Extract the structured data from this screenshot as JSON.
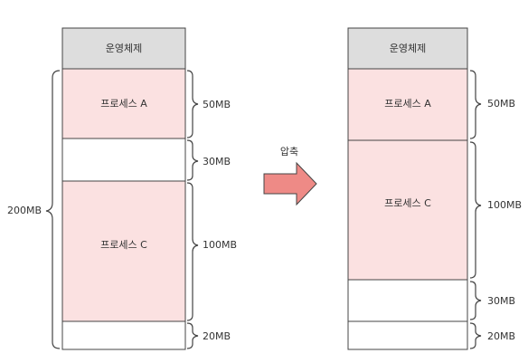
{
  "colors": {
    "os": "#dddddd",
    "process": "#fbe1e1",
    "free": "#ffffff",
    "border": "#444444",
    "arrow_fill": "#ee8a86",
    "arrow_stroke": "#444444"
  },
  "before": {
    "segments": [
      {
        "label": "운영체제",
        "kind": "os",
        "size": ""
      },
      {
        "label": "프로세스 A",
        "kind": "process",
        "size": "50MB"
      },
      {
        "label": "",
        "kind": "free",
        "size": "30MB"
      },
      {
        "label": "프로세스 C",
        "kind": "process",
        "size": "100MB"
      },
      {
        "label": "",
        "kind": "free",
        "size": "20MB"
      }
    ],
    "total": "200MB"
  },
  "arrow": {
    "label": "압축"
  },
  "after": {
    "segments": [
      {
        "label": "운영체제",
        "kind": "os",
        "size": ""
      },
      {
        "label": "프로세스 A",
        "kind": "process",
        "size": "50MB"
      },
      {
        "label": "프로세스 C",
        "kind": "process",
        "size": "100MB"
      },
      {
        "label": "",
        "kind": "free",
        "size": "30MB"
      },
      {
        "label": "",
        "kind": "free",
        "size": "20MB"
      }
    ]
  }
}
